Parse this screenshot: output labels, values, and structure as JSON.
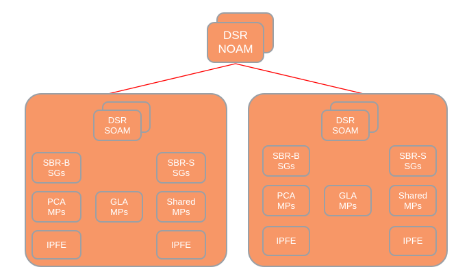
{
  "diagram": {
    "title": "DSR NOAM and DSR SOAM site topology",
    "colors": {
      "node_fill": "#F79767",
      "node_border": "#9aa0a6",
      "node_text": "#ffffff",
      "connector": "#FF0000",
      "background": "#ffffff"
    }
  },
  "noam": {
    "label": "DSR\nNOAM",
    "stacked": true
  },
  "connectors": [
    {
      "name": "noam-to-site-left",
      "from": "DSR NOAM",
      "to": "Site 1"
    },
    {
      "name": "noam-to-site-right",
      "from": "DSR NOAM",
      "to": "Site 2"
    }
  ],
  "sites": [
    {
      "name": "site-left",
      "soam": {
        "label": "DSR\nSOAM",
        "stacked": true
      },
      "nodes": [
        {
          "label": "SBR-B\nSGs"
        },
        {
          "label": "SBR-S\nSGs"
        },
        {
          "label": "PCA\nMPs"
        },
        {
          "label": "GLA\nMPs"
        },
        {
          "label": "Shared\nMPs"
        },
        {
          "label": "IPFE"
        },
        {
          "label": "IPFE"
        }
      ]
    },
    {
      "name": "site-right",
      "soam": {
        "label": "DSR\nSOAM",
        "stacked": true
      },
      "nodes": [
        {
          "label": "SBR-B\nSGs"
        },
        {
          "label": "SBR-S\nSGs"
        },
        {
          "label": "PCA\nMPs"
        },
        {
          "label": "GLA\nMPs"
        },
        {
          "label": "Shared\nMPs"
        },
        {
          "label": "IPFE"
        },
        {
          "label": "IPFE"
        }
      ]
    }
  ]
}
